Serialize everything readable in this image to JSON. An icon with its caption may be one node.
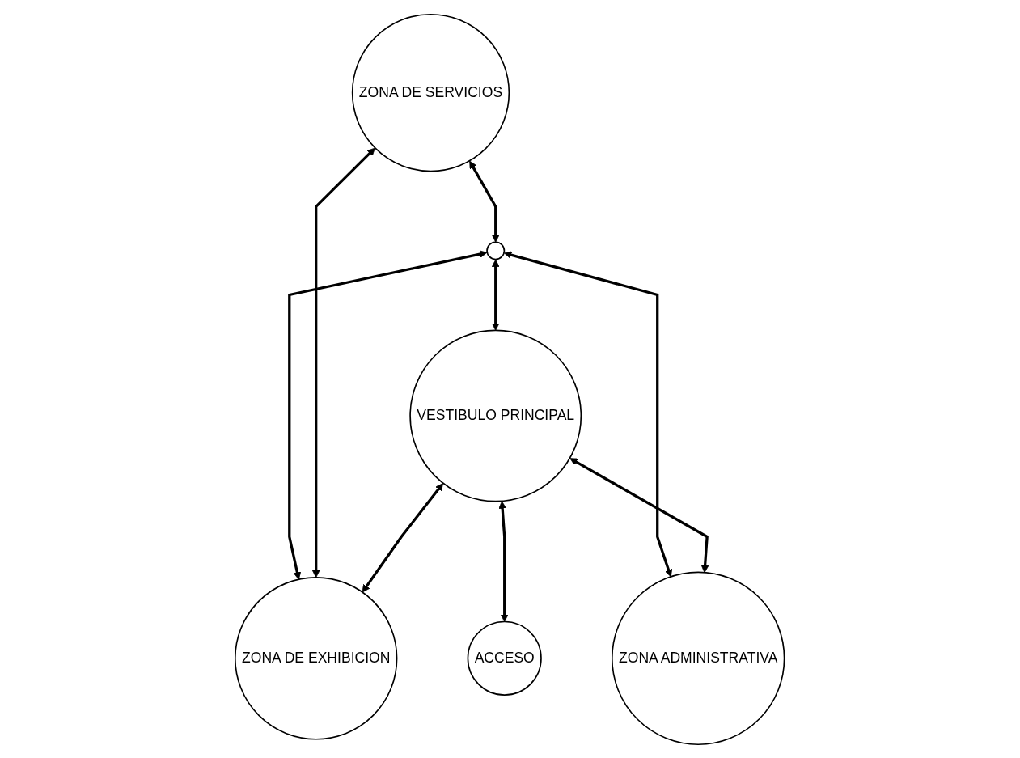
{
  "diagram": {
    "nodes": [
      {
        "text": [
          "ZONA DE SERVICIOS"
        ]
      },
      {
        "text": [],
        "shape": "circle"
      },
      {
        "text": [
          "VESTIBULO PRINCIPAL"
        ]
      },
      {
        "text": [
          "ZONA DE EXHIBICION"
        ]
      },
      {
        "text": [
          "ZONA ADMINISTRATIVA"
        ]
      },
      {
        "text": [
          "ACCESO"
        ]
      }
    ],
    "edges": [
      {
        "from": 0,
        "to": 1,
        "arrow": "both"
      },
      {
        "from": 1,
        "to": 3,
        "arrow": "both"
      },
      {
        "from": 1,
        "to": 2,
        "arrow": "both"
      },
      {
        "from": 0,
        "to": 3,
        "arrow": "both"
      },
      {
        "from": 1,
        "to": 4,
        "arrow": "both"
      },
      {
        "from": 2,
        "to": 3,
        "arrow": "both"
      },
      {
        "from": 2,
        "to": 5,
        "arrow": "both"
      },
      {
        "from": 2,
        "to": 4,
        "arrow": "both"
      }
    ]
  }
}
